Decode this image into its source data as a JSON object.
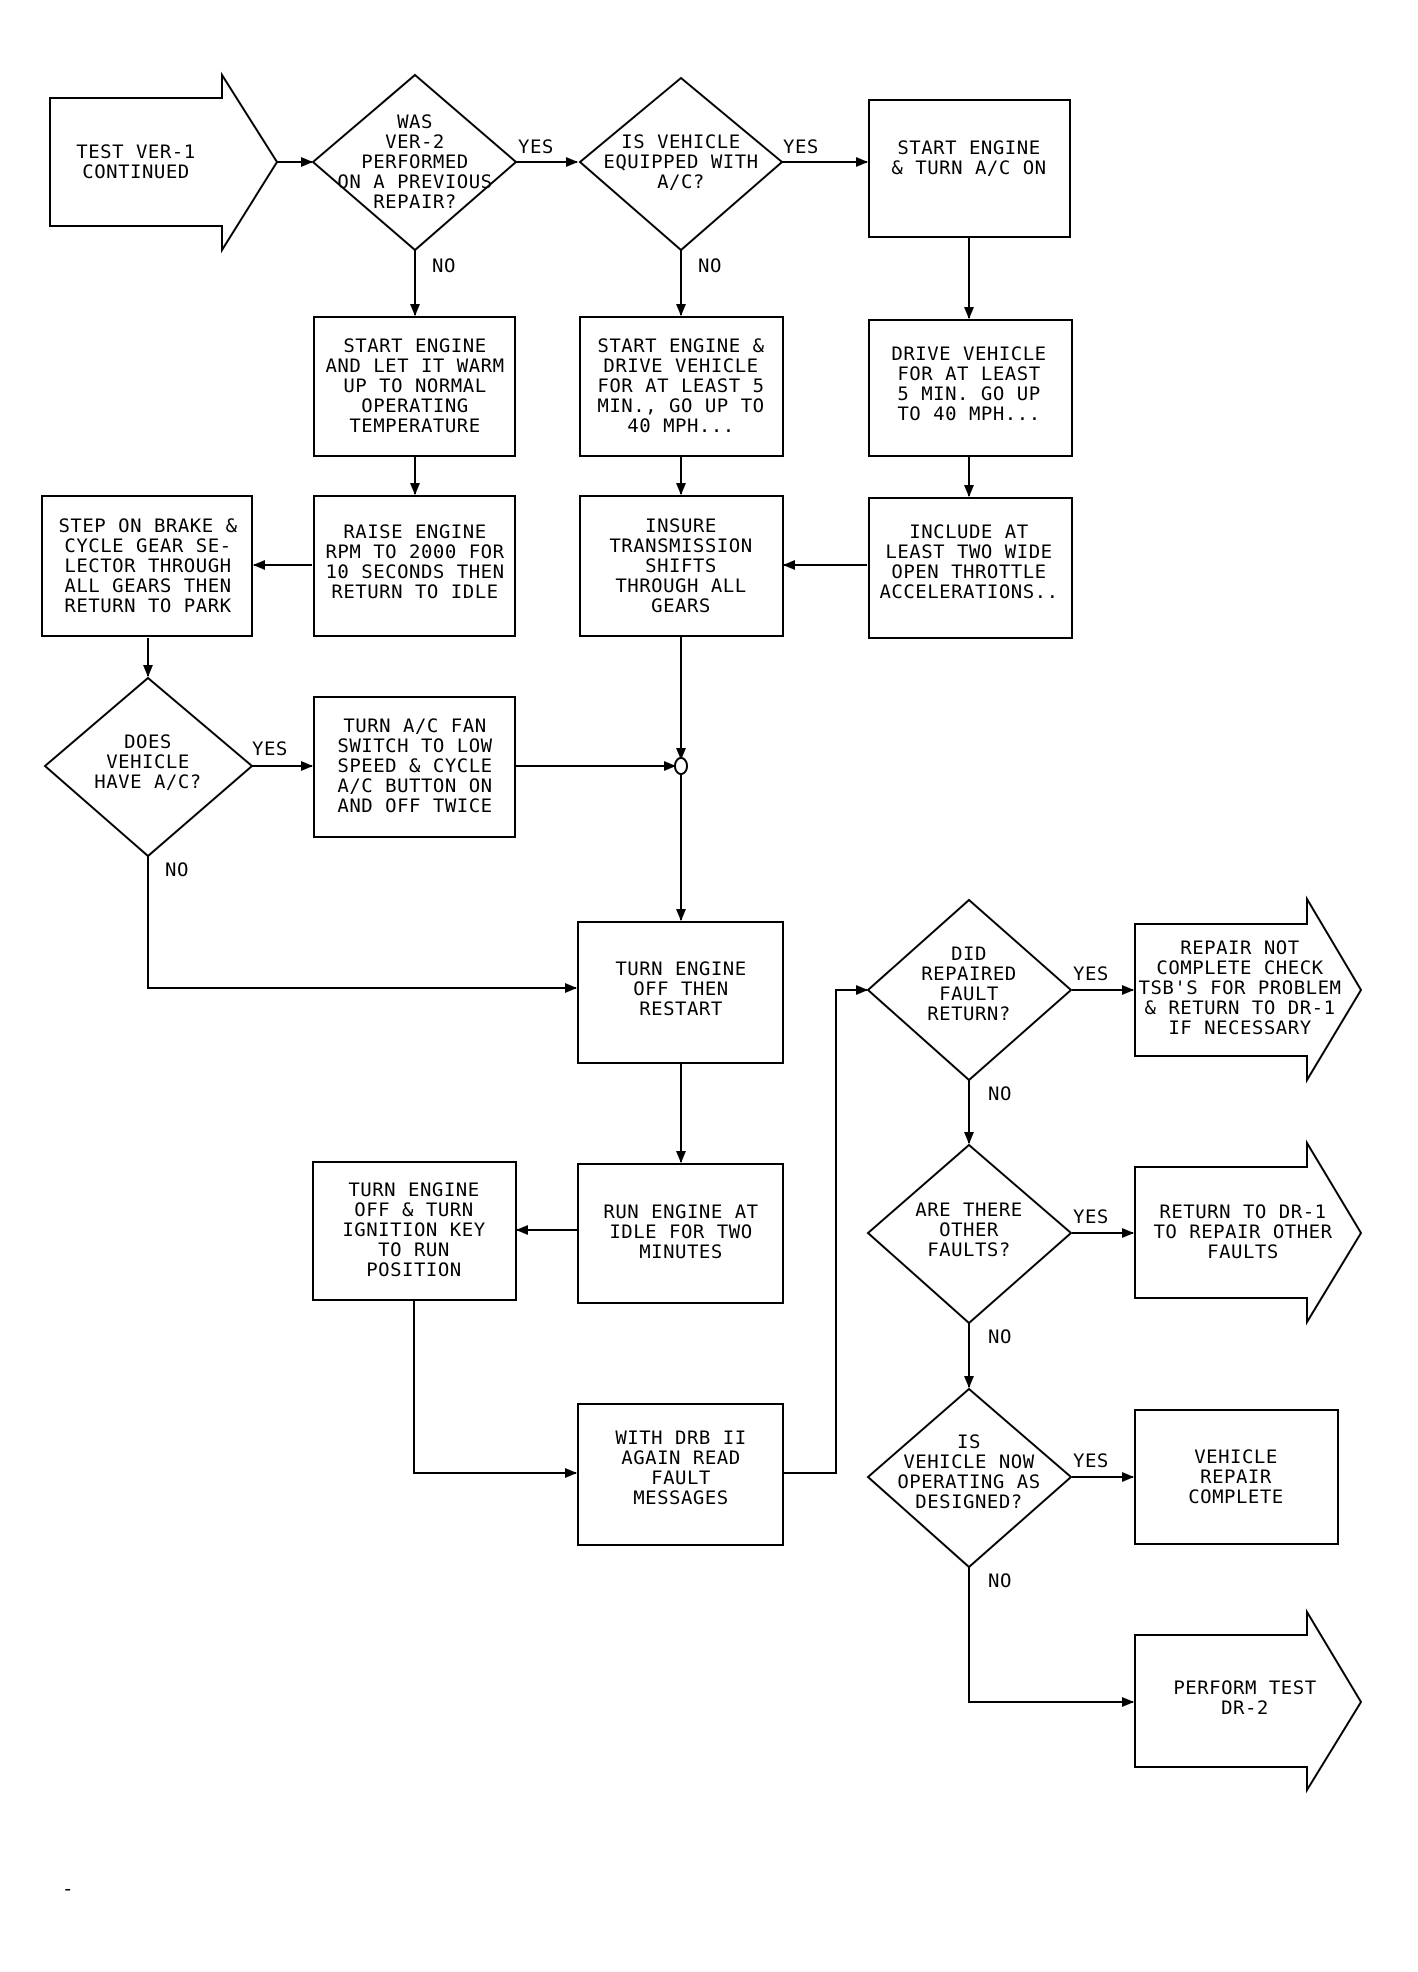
{
  "nodes": {
    "start": [
      "TEST VER-1",
      "CONTINUED"
    ],
    "d_ver2": [
      "WAS",
      "VER-2",
      "PERFORMED",
      "ON A PREVIOUS",
      "REPAIR?"
    ],
    "d_ac1": [
      "IS VEHICLE",
      "EQUIPPED WITH",
      "A/C?"
    ],
    "start_ac": [
      "START ENGINE",
      "& TURN A/C ON"
    ],
    "warm": [
      "START ENGINE",
      "AND LET IT WARM",
      "UP TO NORMAL",
      "OPERATING",
      "TEMPERATURE"
    ],
    "drive5": [
      "START ENGINE &",
      "DRIVE VEHICLE",
      "FOR AT LEAST 5",
      "MIN., GO UP TO",
      "40 MPH..."
    ],
    "drive5b": [
      "DRIVE VEHICLE",
      "FOR AT LEAST",
      "5 MIN. GO UP",
      "TO 40 MPH..."
    ],
    "brake": [
      "STEP ON BRAKE &",
      "CYCLE GEAR SE-",
      "LECTOR THROUGH",
      "ALL GEARS THEN",
      "RETURN TO PARK"
    ],
    "rpm": [
      "RAISE ENGINE",
      "RPM TO 2000 FOR",
      "10 SECONDS THEN",
      "RETURN TO IDLE"
    ],
    "shifts": [
      "INSURE",
      "TRANSMISSION",
      "SHIFTS",
      "THROUGH ALL",
      "GEARS"
    ],
    "wot": [
      "INCLUDE AT",
      "LEAST TWO WIDE",
      "OPEN THROTTLE",
      "ACCELERATIONS.."
    ],
    "d_ac2": [
      "DOES",
      "VEHICLE",
      "HAVE A/C?"
    ],
    "fan": [
      "TURN A/C FAN",
      "SWITCH TO LOW",
      "SPEED & CYCLE",
      "A/C BUTTON ON",
      "AND OFF TWICE"
    ],
    "restart": [
      "TURN ENGINE",
      "OFF THEN",
      "RESTART"
    ],
    "idle": [
      "RUN ENGINE AT",
      "IDLE FOR TWO",
      "MINUTES"
    ],
    "key": [
      "TURN ENGINE",
      "OFF & TURN",
      "IGNITION KEY",
      "TO RUN",
      "POSITION"
    ],
    "drb": [
      "WITH DRB II",
      "AGAIN READ",
      "FAULT",
      "MESSAGES"
    ],
    "d_return": [
      "DID",
      "REPAIRED",
      "FAULT",
      "RETURN?"
    ],
    "not_complete": [
      "REPAIR NOT",
      "COMPLETE CHECK",
      "TSB'S FOR PROBLEM",
      "& RETURN TO DR-1",
      "IF NECESSARY"
    ],
    "d_other": [
      "ARE THERE",
      "OTHER",
      "FAULTS?"
    ],
    "dr1": [
      "RETURN TO DR-1",
      "TO REPAIR OTHER",
      "FAULTS"
    ],
    "d_design": [
      "IS",
      "VEHICLE NOW",
      "OPERATING AS",
      "DESIGNED?"
    ],
    "complete": [
      "VEHICLE",
      "REPAIR",
      "COMPLETE"
    ],
    "dr2": [
      "PERFORM TEST",
      "DR-2"
    ]
  },
  "labels": {
    "yes": "YES",
    "no": "NO"
  },
  "footer_mark": "-"
}
